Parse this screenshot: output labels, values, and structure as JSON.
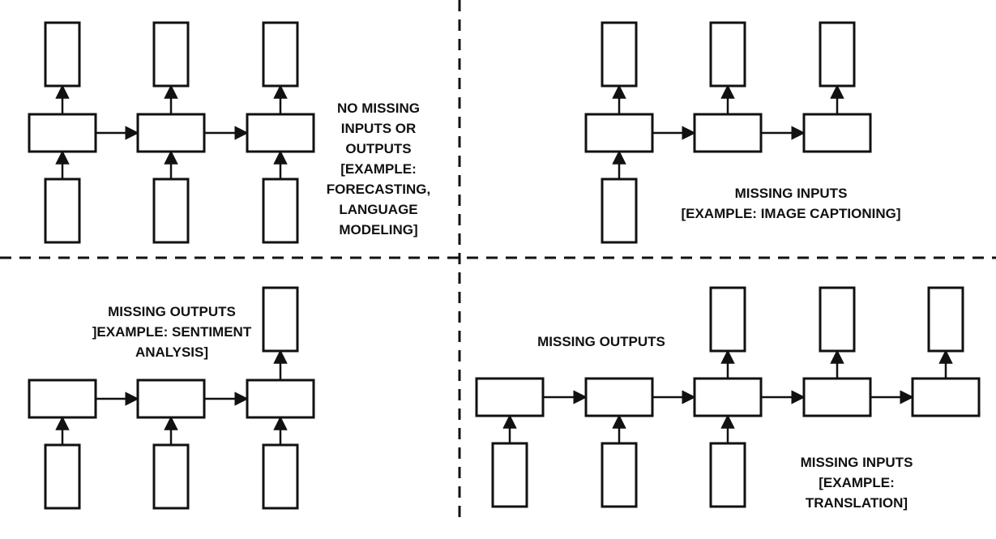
{
  "panels": {
    "top_left": {
      "label_lines": [
        "NO MISSING",
        "INPUTS OR",
        "OUTPUTS",
        "[EXAMPLE:",
        "FORECASTING,",
        "LANGUAGE",
        "MODELING]"
      ]
    },
    "top_right": {
      "label_lines": [
        "MISSING INPUTS",
        "[EXAMPLE: IMAGE CAPTIONING]"
      ]
    },
    "bottom_left": {
      "label_lines": [
        "MISSING OUTPUTS",
        "]EXAMPLE: SENTIMENT",
        "ANALYSIS]"
      ]
    },
    "bottom_right": {
      "outputs_label": "MISSING OUTPUTS",
      "inputs_label_lines": [
        "MISSING INPUTS",
        "[EXAMPLE:",
        "TRANSLATION]"
      ]
    }
  },
  "colors": {
    "stroke": "#111111",
    "background": "#ffffff"
  }
}
